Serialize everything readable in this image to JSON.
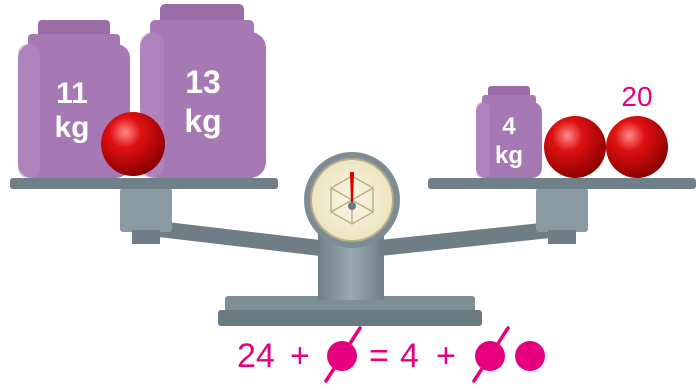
{
  "weights_left": [
    {
      "number": "11",
      "unit": "kg"
    },
    {
      "number": "13",
      "unit": "kg"
    }
  ],
  "weights_right": [
    {
      "number": "4",
      "unit": "kg"
    }
  ],
  "right_annotation": "20",
  "equation": {
    "left_number": "24",
    "plus": "+",
    "equals": "=",
    "right_number": "4"
  },
  "colors": {
    "weight": "#a678b4",
    "ball": "#d40000",
    "scale": "#8a9aa3",
    "magenta": "#e6007e"
  },
  "icons": [
    "kettlebell-weight-icon",
    "red-ball-icon",
    "scale-dial-icon",
    "crossed-out-ball-icon"
  ]
}
